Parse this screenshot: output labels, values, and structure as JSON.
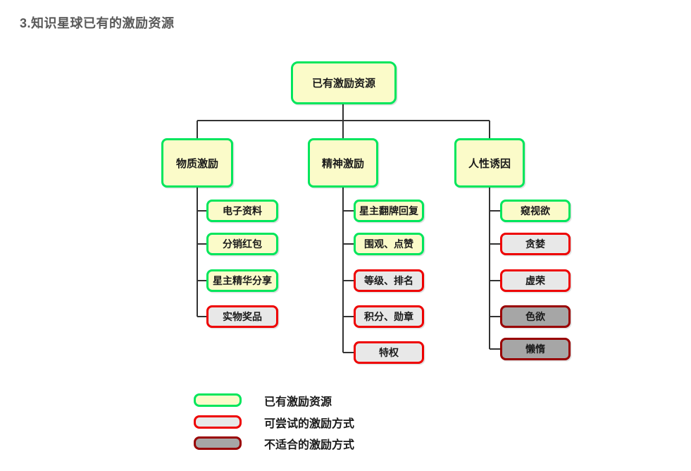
{
  "page": {
    "title": "3.知识星球已有的激励资源"
  },
  "colors": {
    "node_have_fill": "#fbfbc9",
    "node_have_border": "#00e65c",
    "node_try_fill": "#e8e8e8",
    "node_try_border": "#ee0000",
    "node_unfit_fill": "#a6a6a6",
    "node_unfit_border": "#990000",
    "connector": "#333333",
    "title_text": "#595959"
  },
  "tree": {
    "root": {
      "label": "已有激励资源",
      "type": "have"
    },
    "branches": [
      {
        "label": "物质激励",
        "type": "have",
        "children": [
          {
            "label": "电子资料",
            "type": "have"
          },
          {
            "label": "分销红包",
            "type": "have"
          },
          {
            "label": "星主精华分享",
            "type": "have"
          },
          {
            "label": "实物奖品",
            "type": "try"
          }
        ]
      },
      {
        "label": "精神激励",
        "type": "have",
        "children": [
          {
            "label": "星主翻牌回复",
            "type": "have"
          },
          {
            "label": "围观、点赞",
            "type": "have"
          },
          {
            "label": "等级、排名",
            "type": "try"
          },
          {
            "label": "积分、勋章",
            "type": "try"
          },
          {
            "label": "特权",
            "type": "try"
          }
        ]
      },
      {
        "label": "人性诱因",
        "type": "have",
        "children": [
          {
            "label": "窥视欲",
            "type": "have"
          },
          {
            "label": "贪婪",
            "type": "try"
          },
          {
            "label": "虚荣",
            "type": "try"
          },
          {
            "label": "色欲",
            "type": "unfit"
          },
          {
            "label": "懒惰",
            "type": "unfit"
          }
        ]
      }
    ]
  },
  "legend": {
    "items": [
      {
        "label": "已有激励资源",
        "type": "have"
      },
      {
        "label": "可尝试的激励方式",
        "type": "try"
      },
      {
        "label": "不适合的激励方式",
        "type": "unfit"
      }
    ]
  }
}
